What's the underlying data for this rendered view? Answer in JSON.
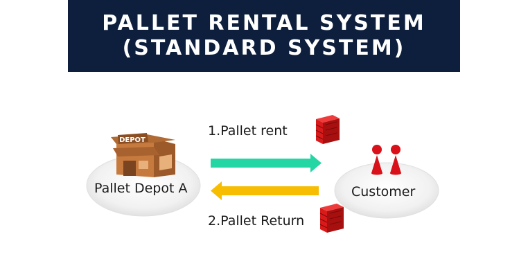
{
  "banner": {
    "line1": "PALLET RENTAL SYSTEM",
    "line2": "(STANDARD SYSTEM)"
  },
  "depot": {
    "sign": "DEPOT",
    "label": "Pallet Depot A",
    "icon": "depot-building-icon"
  },
  "customer": {
    "label": "Customer",
    "icon": "people-icon"
  },
  "flows": {
    "rent": "1.Pallet rent",
    "return": "2.Pallet Return"
  },
  "colors": {
    "banner_bg": "#0d1f3c",
    "rent_arrow": "#23d6a3",
    "return_arrow": "#f7bd00",
    "pallet": "#d91a1a",
    "person": "#d8111a",
    "depot": "#c67a3e"
  }
}
